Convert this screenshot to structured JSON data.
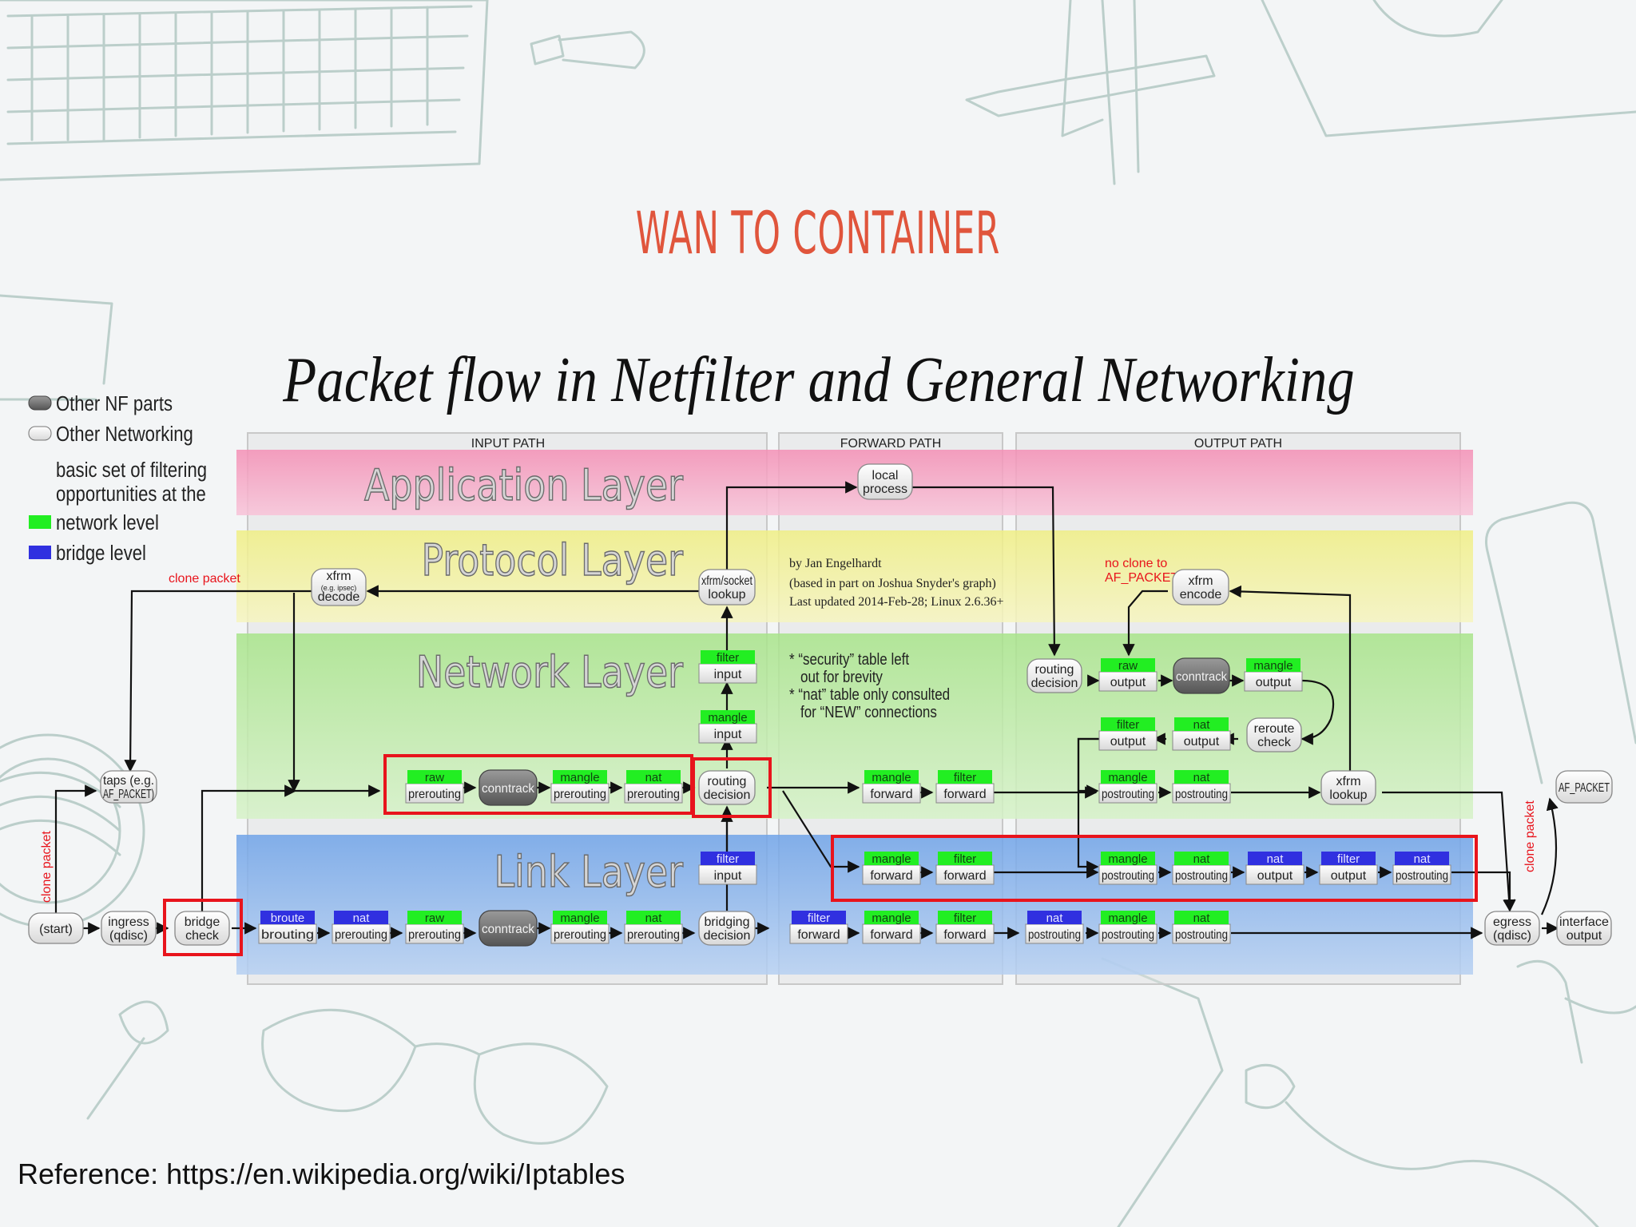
{
  "slide_title": "WAN TO CONTAINER",
  "diagram_title": "Packet flow in Netfilter and General Networking",
  "reference": "Reference: https://en.wikipedia.org/wiki/Iptables",
  "paths": {
    "input": "INPUT PATH",
    "forward": "FORWARD PATH",
    "output": "OUTPUT PATH"
  },
  "layers": {
    "application": "Application Layer",
    "protocol": "Protocol Layer",
    "network": "Network Layer",
    "link": "Link Layer"
  },
  "legend": {
    "other_nf": "Other NF parts",
    "other_networking": "Other Networking",
    "filtering_1": "basic set of filtering",
    "filtering_2": "opportunities at the",
    "network_level": "network level",
    "bridge_level": "bridge level"
  },
  "credits": {
    "line1": "by Jan Engelhardt",
    "line2": "(based in part on Joshua Snyder's graph)",
    "line3": "Last updated 2014-Feb-28; Linux 2.6.36+"
  },
  "notes": {
    "n1": "* “security” table left",
    "n2": "out for brevity",
    "n3": "* “nat” table only consulted",
    "n4": "for “NEW” connections"
  },
  "labels": {
    "clone_packet": "clone packet",
    "no_clone_1": "no clone to",
    "no_clone_2": "AF_PACKET",
    "clone_packet_left": "clone packet",
    "clone_packet_right": "clone packet"
  },
  "nodes": {
    "local_process": [
      "local",
      "process"
    ],
    "xfrm_decode": [
      "xfrm",
      "(e.g. ipsec)",
      "decode"
    ],
    "xfrm_socket_lookup": [
      "xfrm/socket",
      "lookup"
    ],
    "xfrm_encode": [
      "xfrm",
      "encode"
    ],
    "taps": [
      "taps (e.g.",
      "AF_PACKET)"
    ],
    "af_packet": [
      "AF_PACKET"
    ],
    "start": [
      "(start)"
    ],
    "ingress": [
      "ingress",
      "(qdisc)"
    ],
    "bridge_check": [
      "bridge",
      "check"
    ],
    "conntrack_link": [
      "conntrack"
    ],
    "bridging_decision": [
      "bridging",
      "decision"
    ],
    "conntrack_net": [
      "conntrack"
    ],
    "routing_decision_in": [
      "routing",
      "decision"
    ],
    "routing_decision_out": [
      "routing",
      "decision"
    ],
    "conntrack_out": [
      "conntrack"
    ],
    "reroute_check": [
      "reroute",
      "check"
    ],
    "xfrm_lookup": [
      "xfrm",
      "lookup"
    ],
    "egress": [
      "egress",
      "(qdisc)"
    ],
    "interface_output": [
      "interface",
      "output"
    ]
  },
  "chains": {
    "filter_input_net": {
      "table": "filter",
      "chain": "input"
    },
    "mangle_input_net": {
      "table": "mangle",
      "chain": "input"
    },
    "raw_prerouting_net": {
      "table": "raw",
      "chain": "prerouting"
    },
    "mangle_prerouting_net": {
      "table": "mangle",
      "chain": "prerouting"
    },
    "nat_prerouting_net": {
      "table": "nat",
      "chain": "prerouting"
    },
    "mangle_forward_net": {
      "table": "mangle",
      "chain": "forward"
    },
    "filter_forward_net": {
      "table": "filter",
      "chain": "forward"
    },
    "raw_output_net": {
      "table": "raw",
      "chain": "output"
    },
    "mangle_output_net": {
      "table": "mangle",
      "chain": "output"
    },
    "filter_output_net": {
      "table": "filter",
      "chain": "output"
    },
    "nat_output_net": {
      "table": "nat",
      "chain": "output"
    },
    "mangle_postrouting_net": {
      "table": "mangle",
      "chain": "postrouting"
    },
    "nat_postrouting_net": {
      "table": "nat",
      "chain": "postrouting"
    },
    "filter_input_br": {
      "table": "filter",
      "chain": "input"
    },
    "mangle_forward_lk": {
      "table": "mangle",
      "chain": "forward"
    },
    "filter_forward_lk": {
      "table": "filter",
      "chain": "forward"
    },
    "mangle_postrouting_lk": {
      "table": "mangle",
      "chain": "postrouting"
    },
    "nat_postrouting_lk": {
      "table": "nat",
      "chain": "postrouting"
    },
    "nat_output_br": {
      "table": "nat",
      "chain": "output"
    },
    "filter_output_br": {
      "table": "filter",
      "chain": "output"
    },
    "nat_postrouting_br": {
      "table": "nat",
      "chain": "postrouting"
    },
    "broute_brouting": {
      "table": "broute",
      "chain": "brouting"
    },
    "nat_prerouting_br": {
      "table": "nat",
      "chain": "prerouting"
    },
    "raw_prerouting_lk": {
      "table": "raw",
      "chain": "prerouting"
    },
    "mangle_prerouting_lk": {
      "table": "mangle",
      "chain": "prerouting"
    },
    "nat_prerouting_lk": {
      "table": "nat",
      "chain": "prerouting"
    },
    "filter_forward_br": {
      "table": "filter",
      "chain": "forward"
    },
    "mangle_forward_lk2": {
      "table": "mangle",
      "chain": "forward"
    },
    "filter_forward_lk2": {
      "table": "filter",
      "chain": "forward"
    },
    "nat_postrouting_br2": {
      "table": "nat",
      "chain": "postrouting"
    },
    "mangle_postrouting_lk2": {
      "table": "mangle",
      "chain": "postrouting"
    },
    "nat_postrouting_lk2": {
      "table": "nat",
      "chain": "postrouting"
    }
  },
  "colors": {
    "title": "#e0553c",
    "network_level": "#22ee22",
    "bridge_level": "#3030e0",
    "highlight": "#e8141c",
    "application_layer": "#f6a9c2",
    "protocol_layer": "#f3f2a0",
    "network_layer": "#c2ecb0",
    "link_layer": "#8fb7ec"
  }
}
